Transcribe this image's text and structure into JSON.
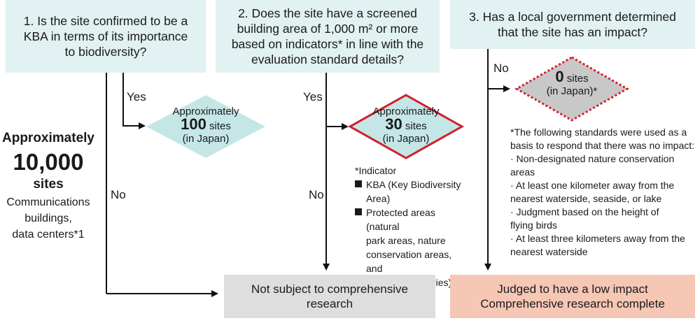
{
  "questions": {
    "q1": "1. Is the site confirmed to be a\nKBA in terms of its importance\nto biodiversity?",
    "q2": "2. Does the site have a screened\nbuilding area of 1,000 m² or more\nbased on indicators* in line with the\nevaluation standard details?",
    "q3": "3. Has a local government determined\nthat the site has an impact?"
  },
  "labels": {
    "yes1": "Yes",
    "yes2": "Yes",
    "no1": "No",
    "no2": "No",
    "no3": "No"
  },
  "total": {
    "approx": "Approximately",
    "number": "10,000",
    "unit": "sites",
    "desc1": "Communications",
    "desc2": "buildings,",
    "desc3": "data centers*1"
  },
  "diamonds": {
    "d1": {
      "approx": "Approximately",
      "number": "100",
      "unit": "sites",
      "region": "(in Japan)"
    },
    "d2": {
      "approx": "Approximately",
      "number": "30",
      "unit": "sites",
      "region": "(in Japan)"
    },
    "d3": {
      "number": "0",
      "unit": "sites",
      "region": "(in Japan)*"
    }
  },
  "indicator": {
    "title": "*Indicator",
    "items": [
      "KBA (Key Biodiversity\nArea)",
      "Protected areas (natural\npark areas, nature\nconservation areas, and\nwildlife sanctuaries)"
    ]
  },
  "note": {
    "intro": "*The following standards were used as a\nbasis to respond that there was no impact:",
    "items": [
      "· Non-designated nature conservation areas",
      "· At least one kilometer away from the\n  nearest waterside, seaside, or lake",
      "· Judgment based on the height of\n  flying birds",
      "· At least three kilometers away from the\n  nearest waterside"
    ]
  },
  "results": {
    "not_subject": "Not subject to comprehensive\nresearch",
    "low_impact": "Judged to have a low impact\nComprehensive research complete"
  },
  "colors": {
    "question_bg": "#e2f1f1",
    "diamond_teal": "#c5e6e6",
    "diamond_red_border": "#d0202a",
    "diamond_gray": "#c8c8c8",
    "result_gray": "#dedede",
    "result_peach": "#f5c7b4"
  }
}
